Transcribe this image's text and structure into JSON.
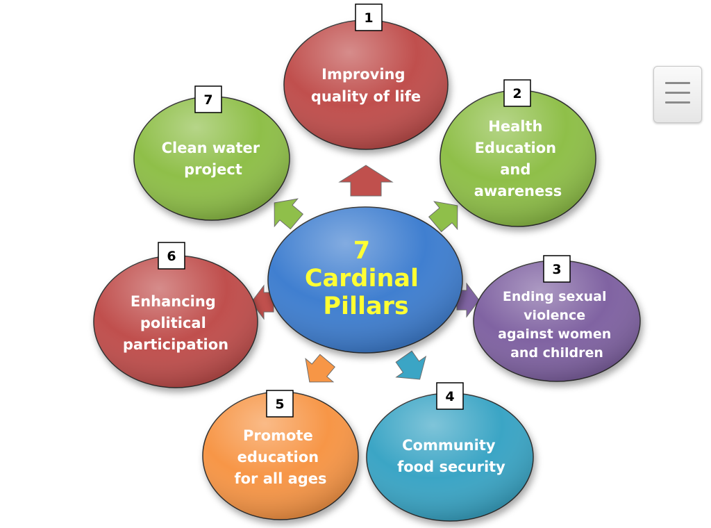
{
  "diagram": {
    "center": {
      "line1": "7",
      "line2": "Cardinal",
      "line3": "Pillars",
      "color": "#3f7fd0"
    },
    "pillars": [
      {
        "number": "1",
        "lines": [
          "Improving",
          "quality of life"
        ],
        "color": "#c0504d"
      },
      {
        "number": "2",
        "lines": [
          "Health",
          "Education",
          "and",
          "awareness"
        ],
        "color": "#8fbf4a"
      },
      {
        "number": "3",
        "lines": [
          "Ending sexual",
          "violence",
          "against women",
          "and children"
        ],
        "color": "#8064a2"
      },
      {
        "number": "4",
        "lines": [
          "Community",
          "food security"
        ],
        "color": "#3ba5c5"
      },
      {
        "number": "5",
        "lines": [
          "Promote",
          "education",
          "for all ages"
        ],
        "color": "#f79646"
      },
      {
        "number": "6",
        "lines": [
          "Enhancing",
          "political",
          "participation"
        ],
        "color": "#c0504d"
      },
      {
        "number": "7",
        "lines": [
          "Clean water",
          "project"
        ],
        "color": "#8fbf4a"
      }
    ]
  },
  "menu": {
    "icon": "hamburger-menu-icon"
  }
}
